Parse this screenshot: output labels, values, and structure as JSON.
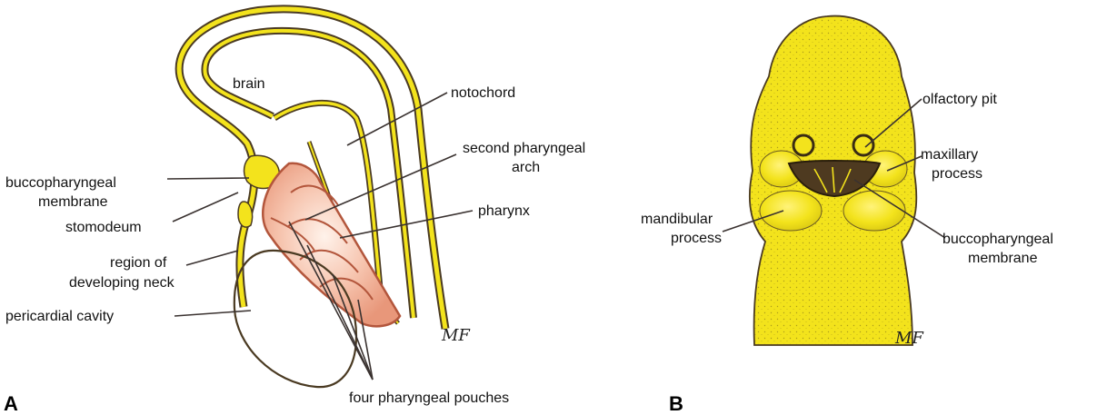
{
  "panel_a": {
    "tag": "A",
    "labels": {
      "brain": "brain",
      "notochord": "notochord",
      "second_arch_1": "second pharyngeal",
      "second_arch_2": "arch",
      "pharynx": "pharynx",
      "bucco_1": "buccopharyngeal",
      "bucco_2": "membrane",
      "stomodeum": "stomodeum",
      "neck_1": "region of",
      "neck_2": "developing neck",
      "pericardial": "pericardial cavity",
      "pouches": "four pharyngeal pouches"
    },
    "signature": "MF"
  },
  "panel_b": {
    "tag": "B",
    "labels": {
      "olfactory": "olfactory pit",
      "maxillary_1": "maxillary",
      "maxillary_2": "process",
      "mandibular_1": "mandibular",
      "mandibular_2": "process",
      "bucco_1": "buccopharyngeal",
      "bucco_2": "membrane"
    },
    "signature": "MF"
  },
  "colors": {
    "yellow": "#f3e31c",
    "outline": "#4a3a22",
    "pink": "#f2b49a",
    "pink_edge": "#b3563c",
    "membrane_dark": "#4e3a20"
  }
}
